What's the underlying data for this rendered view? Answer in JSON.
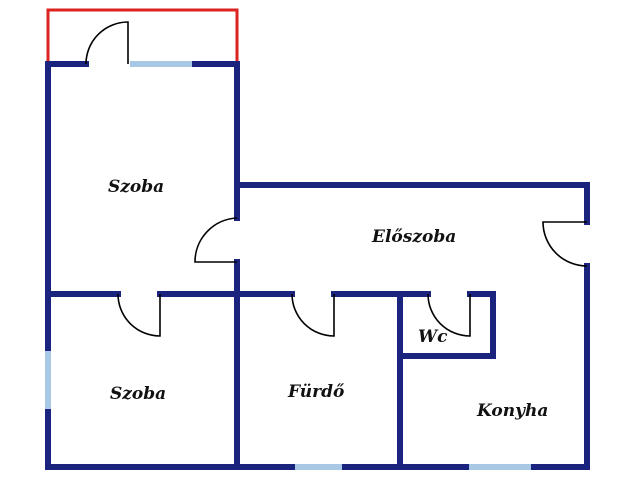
{
  "rooms": {
    "szoba_top": "Szoba",
    "eloszoba": "Előszoba",
    "szoba_bottom": "Szoba",
    "furdo": "Fürdő",
    "wc": "Wc",
    "konyha": "Konyha"
  },
  "colors": {
    "wall": "#1a237e",
    "balcony": "#dd2222",
    "window": "#a9c8e6",
    "door": "#000000",
    "background": "#ffffff"
  }
}
